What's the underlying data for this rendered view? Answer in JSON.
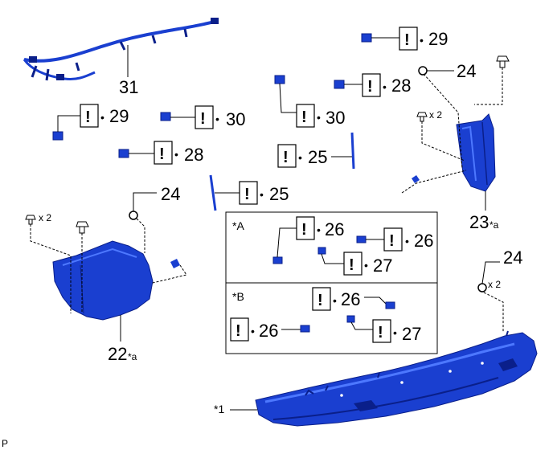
{
  "colors": {
    "part_fill": "#1a3fd0",
    "part_dark": "#0a1f8a",
    "part_light": "#4d78ff"
  },
  "labels": {
    "p31": "31",
    "p29a": "29",
    "p29b": "29",
    "p30a": "30",
    "p30b": "30",
    "p28a": "28",
    "p28b": "28",
    "p25a": "25",
    "p25b": "25",
    "p24a": "24",
    "p24b": "24",
    "p24c": "24",
    "p23": "23",
    "p23sub": "*a",
    "p22": "22",
    "p22sub": "*a",
    "p26a": "26",
    "p26b": "26",
    "p26c": "26",
    "p26d": "26",
    "p27a": "27",
    "p27b": "27",
    "x2a": "x 2",
    "x2b": "x 2",
    "x2c": "x 2",
    "noteA": "*A",
    "noteB": "*B",
    "note1": "*1",
    "corner": "P",
    "bang": "!",
    "bullet": "•"
  }
}
